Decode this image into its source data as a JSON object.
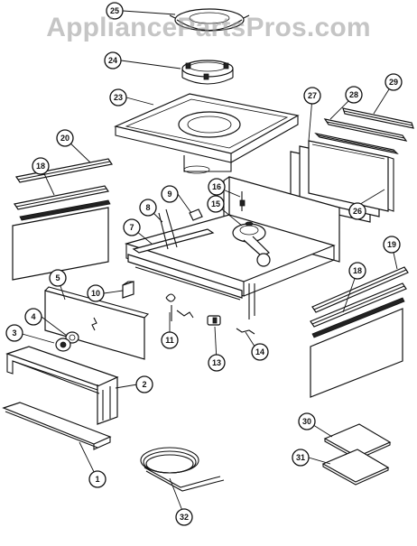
{
  "watermark": "AppliancePartsPros.com",
  "callouts": [
    "25",
    "24",
    "23",
    "27",
    "28",
    "29",
    "20",
    "18",
    "26",
    "16",
    "9",
    "8",
    "15",
    "7",
    "19",
    "18",
    "5",
    "10",
    "4",
    "3",
    "11",
    "13",
    "14",
    "2",
    "1",
    "30",
    "31",
    "32"
  ]
}
